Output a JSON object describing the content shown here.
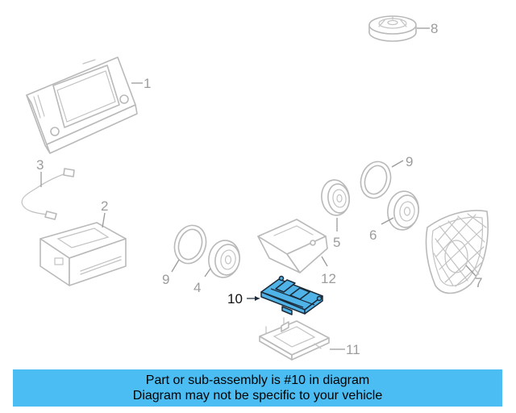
{
  "callouts": {
    "c1": "1",
    "c2": "2",
    "c3": "3",
    "c4": "4",
    "c5": "5",
    "c6": "6",
    "c7": "7",
    "c8": "8",
    "c9a": "9",
    "c9b": "9",
    "c10": "10",
    "c11": "11",
    "c12": "12"
  },
  "highlighted_part": "10",
  "colors": {
    "highlight": "#4fb3e8",
    "banner": "#4bbdf2",
    "parts": "#b9b9b9"
  },
  "banner": {
    "line1": "Part or sub-assembly is #10 in diagram",
    "line2": "Diagram may not be specific to your vehicle"
  }
}
